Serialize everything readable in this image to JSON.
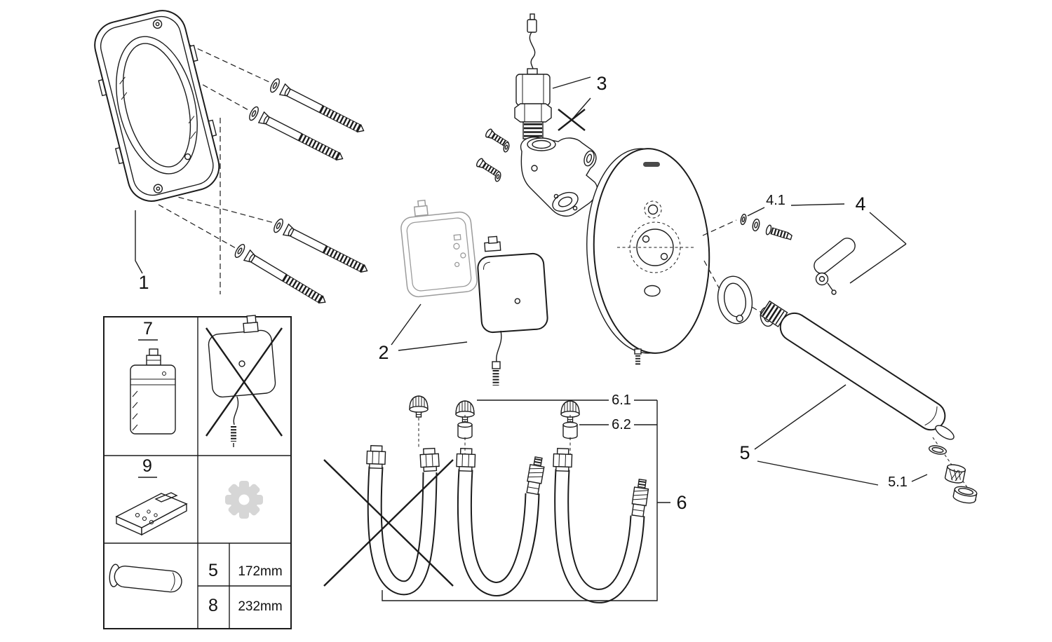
{
  "colors": {
    "line": "#1c1c1c",
    "muted": "#9b9b9b",
    "gear": "#d6d6d6",
    "logo": "#4a4a4a"
  },
  "part_labels": {
    "p1": "1",
    "p2": "2",
    "p3": "3",
    "p4": "4",
    "p4_1": "4.1",
    "p5": "5",
    "p5_1": "5.1",
    "p6": "6",
    "p6_1": "6.1",
    "p6_2": "6.2"
  },
  "legend_table": {
    "p7": "7",
    "p9": "9",
    "spout_rows": [
      {
        "part": "5",
        "length": "172mm"
      },
      {
        "part": "8",
        "length": "232mm"
      }
    ]
  }
}
